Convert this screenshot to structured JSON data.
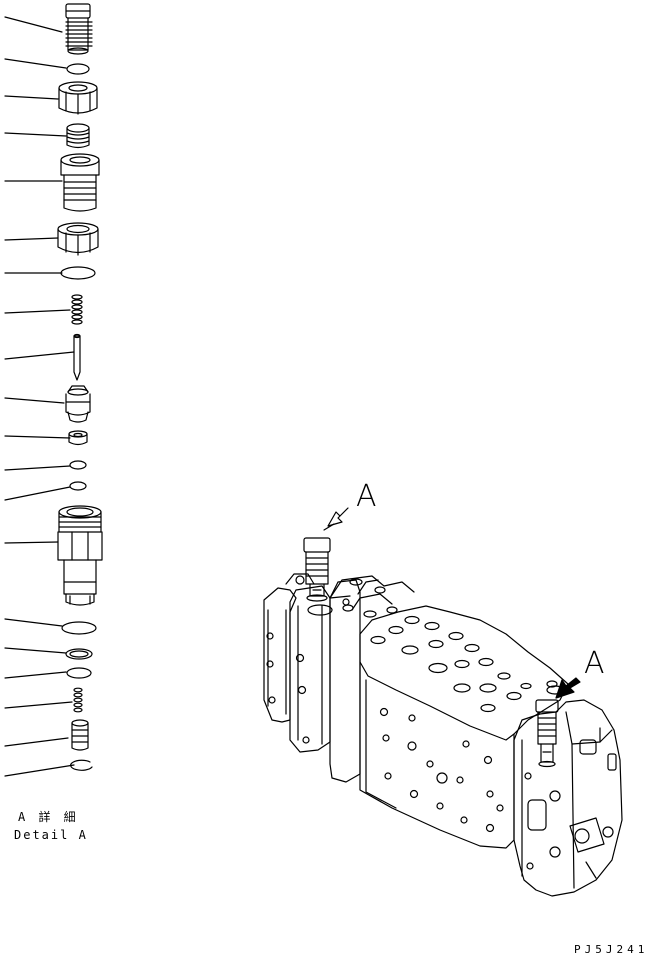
{
  "detail_caption": {
    "line1": "A 詳 細",
    "line2": "Detail A"
  },
  "callouts": {
    "left": "A",
    "right": "A"
  },
  "figure_code": "PJ5J241"
}
